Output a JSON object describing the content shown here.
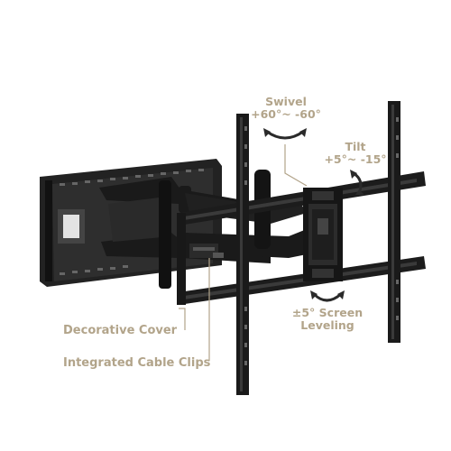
{
  "labels": {
    "swivel_title": "Swivel",
    "swivel_range": "+60°~ -60°",
    "tilt_title": "Tilt",
    "tilt_range": "+5°~ -15°",
    "leveling_line1": "±5° Screen",
    "leveling_line2": "Leveling",
    "decorative_cover": "Decorative Cover",
    "cable_clips": "Integrated Cable Clips"
  },
  "colors": {
    "background": "#ffffff",
    "accent": "#b2a48a",
    "bracket": "#1c1c1c",
    "bracket_highlight": "#3a3a3a",
    "arrow": "#2a2a2a"
  },
  "icons": [
    "swivel-arrow-icon",
    "tilt-arrow-icon",
    "leveling-arrow-icon"
  ]
}
